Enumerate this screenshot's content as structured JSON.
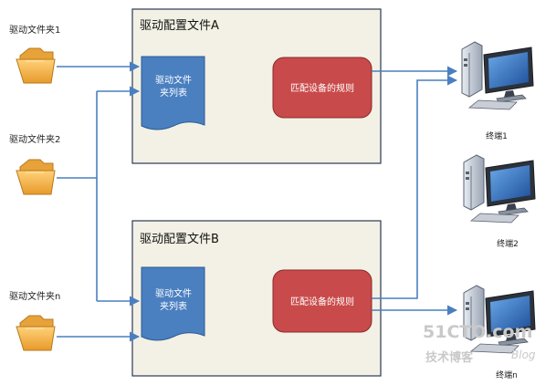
{
  "folders": [
    {
      "label": "驱动文件夹1"
    },
    {
      "label": "驱动文件夹2"
    },
    {
      "label": "驱动文件夹n"
    }
  ],
  "configs": [
    {
      "title": "驱动配置文件A",
      "list_line1": "驱动文件",
      "list_line2": "夹列表",
      "rule": "匹配设备的规则"
    },
    {
      "title": "驱动配置文件B",
      "list_line1": "驱动文件",
      "list_line2": "夹列表",
      "rule": "匹配设备的规则"
    }
  ],
  "terminals": [
    {
      "label": "终端1"
    },
    {
      "label": "终端2"
    },
    {
      "label": "终端n"
    }
  ],
  "watermark": {
    "main": "51CTO.com",
    "sub": "技术博客",
    "blog": "Blog"
  },
  "colors": {
    "connector": "#4a7fbf",
    "config_box_fill": "#f3f1e5",
    "config_box_border": "#2a3a55",
    "list_doc_fill": "#4a7fc0",
    "rule_fill": "#c94a4a",
    "folder_fill": "#f2b24a"
  }
}
